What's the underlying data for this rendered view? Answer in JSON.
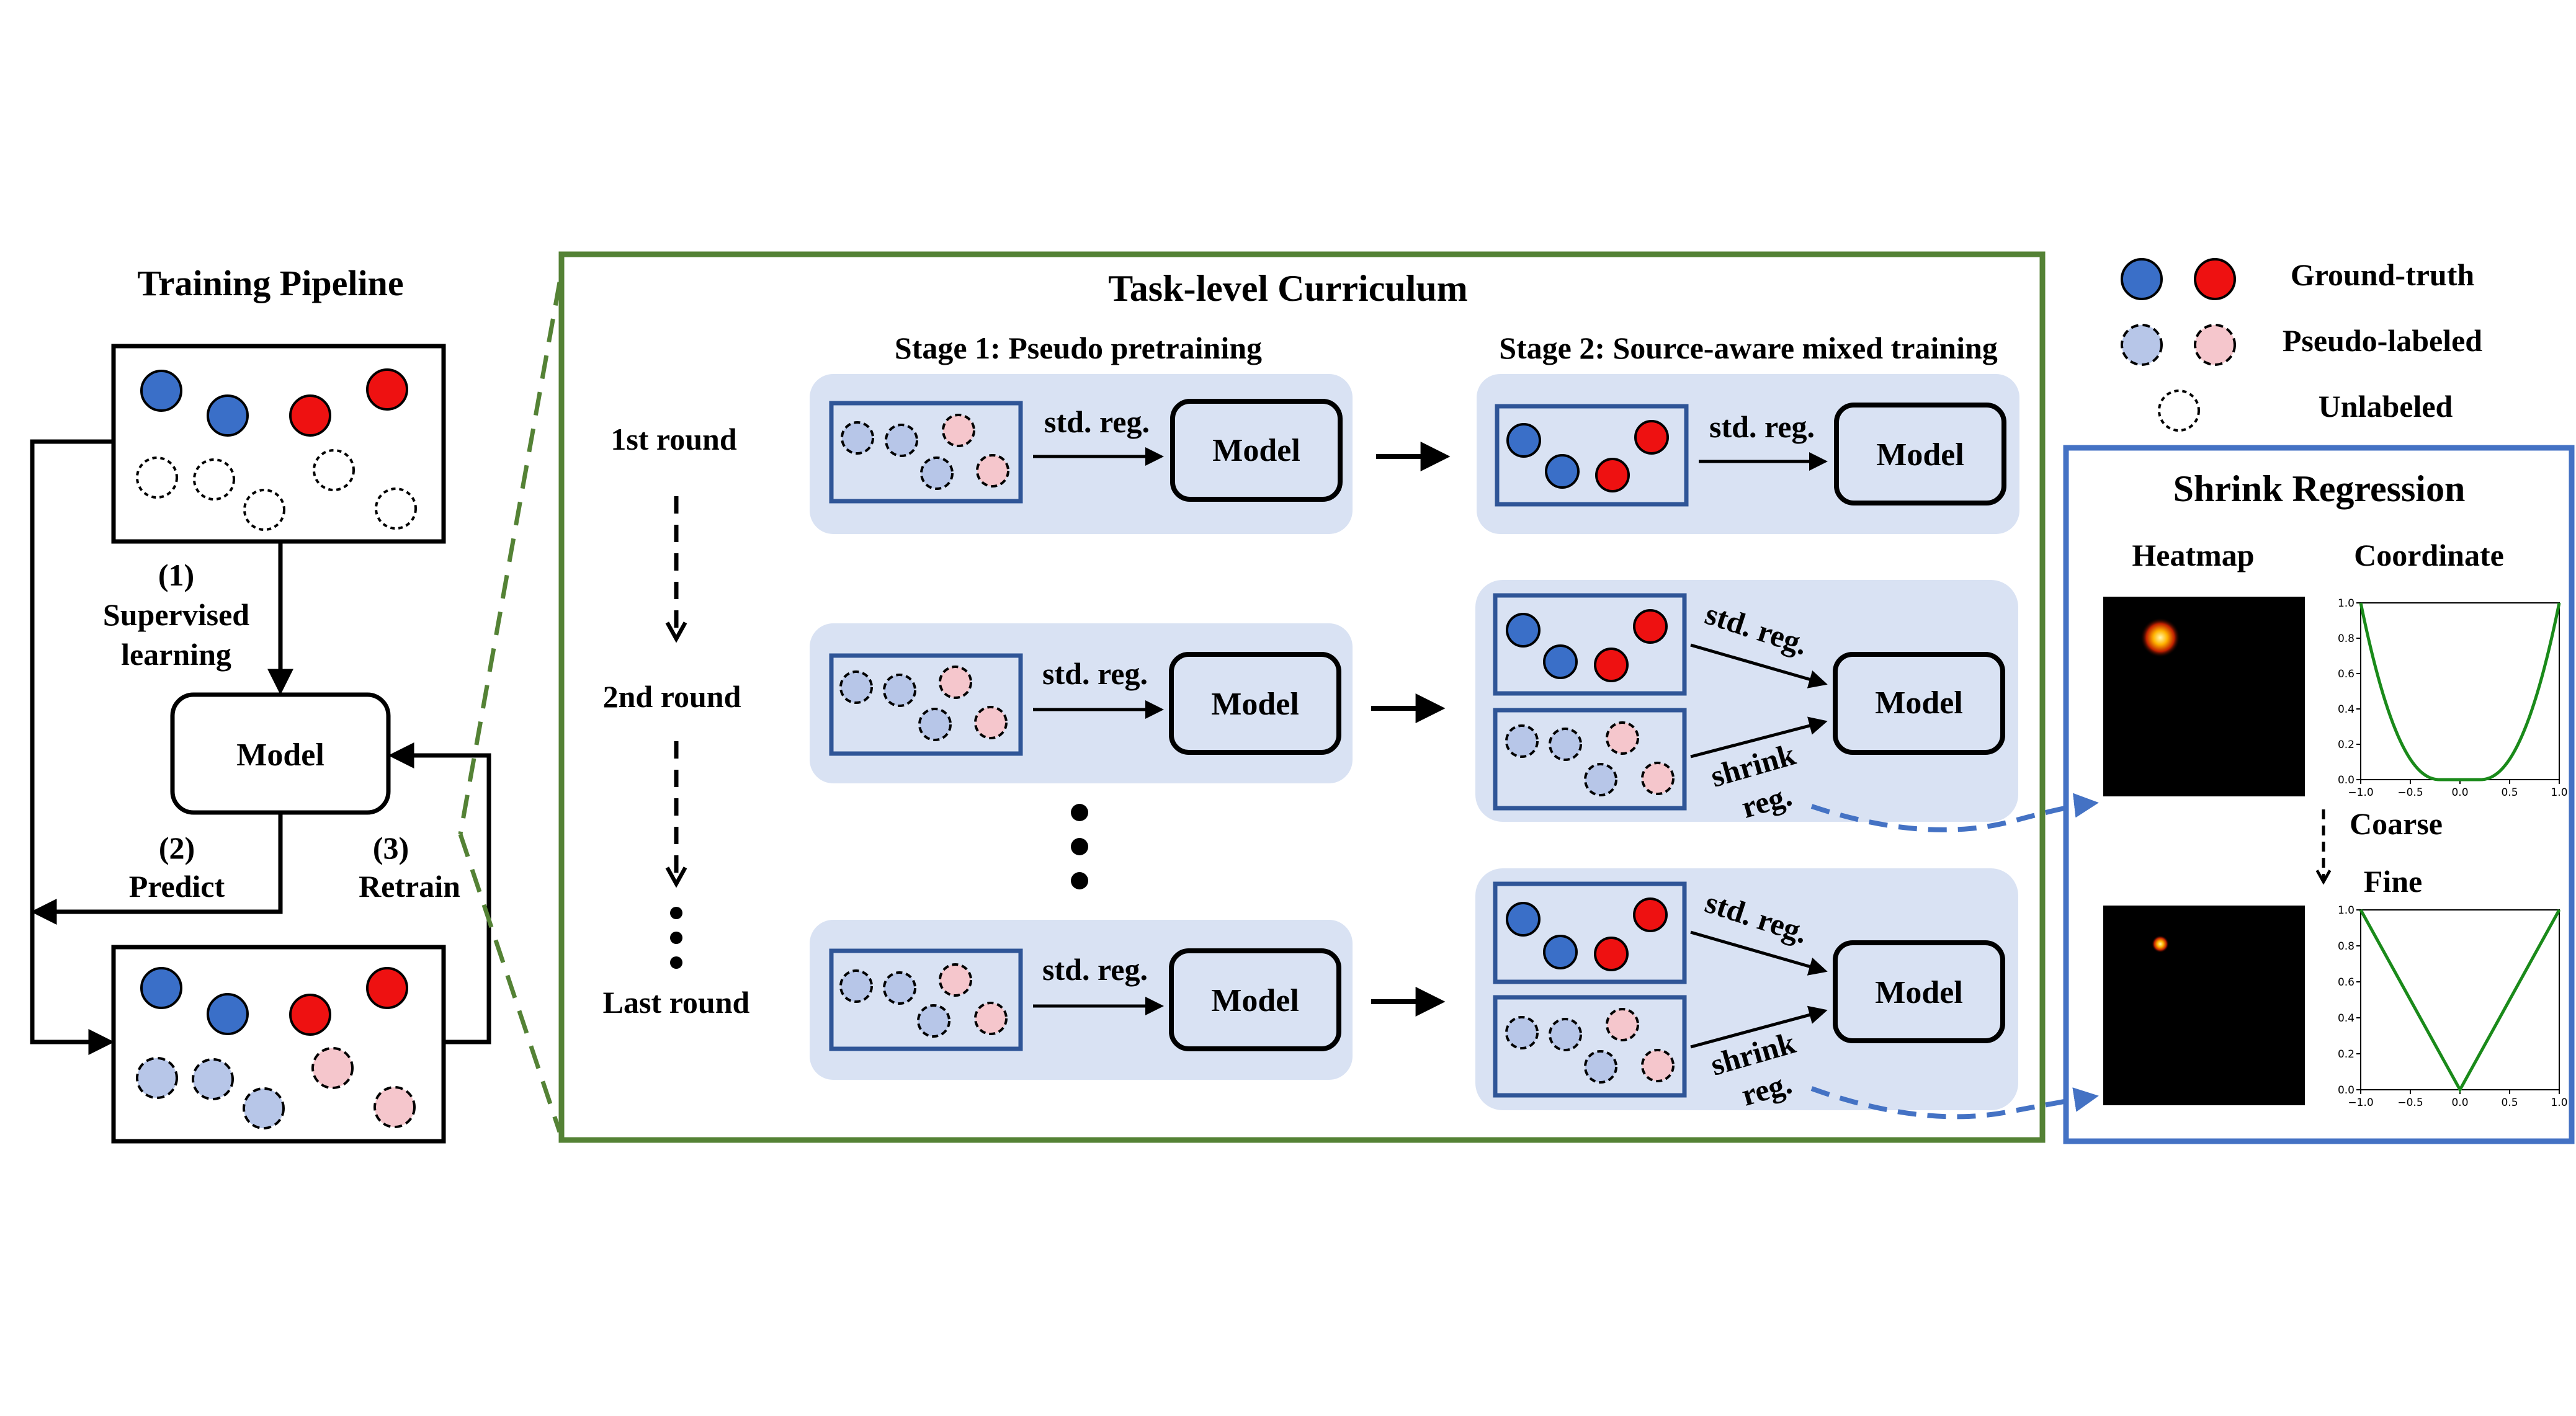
{
  "pipeline": {
    "title": "Training Pipeline",
    "step1_num": "(1)",
    "step1_line1": "Supervised",
    "step1_line2": "learning",
    "model": "Model",
    "step2_num": "(2)",
    "step2_label": "Predict",
    "step3_num": "(3)",
    "step3_label": "Retrain"
  },
  "curriculum": {
    "title": "Task-level Curriculum",
    "stage1_header": "Stage 1: Pseudo pretraining",
    "stage2_header": "Stage 2: Source-aware mixed training",
    "rounds": [
      "1st round",
      "2nd round",
      "Last round"
    ],
    "std_reg": "std. reg.",
    "shrink": "shrink",
    "reg": "reg.",
    "model": "Model"
  },
  "legend": {
    "ground_truth": "Ground-truth",
    "pseudo_labeled": "Pseudo-labeled",
    "unlabeled": "Unlabeled"
  },
  "shrink_panel": {
    "title": "Shrink Regression",
    "heatmap": "Heatmap",
    "coordinate": "Coordinate",
    "coarse": "Coarse",
    "fine": "Fine"
  },
  "chart_data": [
    {
      "type": "line",
      "name": "coarse",
      "x_range": [
        -1.0,
        1.0
      ],
      "y_range": [
        0.0,
        1.0
      ],
      "x_ticks": [
        "−1.0",
        "−0.5",
        "0.0",
        "0.5",
        "1.0"
      ],
      "y_ticks": [
        "0.0",
        "0.2",
        "0.4",
        "0.6",
        "0.8",
        "1.0"
      ],
      "x": [
        -1.0,
        -0.75,
        -0.5,
        -0.25,
        0.0,
        0.25,
        0.5,
        0.75,
        1.0
      ],
      "y": [
        1.0,
        0.45,
        0.12,
        0.0,
        0.0,
        0.0,
        0.12,
        0.45,
        1.0
      ],
      "color": "#1a8a1a"
    },
    {
      "type": "line",
      "name": "fine",
      "x_range": [
        -1.0,
        1.0
      ],
      "y_range": [
        0.0,
        1.0
      ],
      "x_ticks": [
        "−1.0",
        "−0.5",
        "0.0",
        "0.5",
        "1.0"
      ],
      "y_ticks": [
        "0.0",
        "0.2",
        "0.4",
        "0.6",
        "0.8",
        "1.0"
      ],
      "x": [
        -1.0,
        -0.5,
        0.0,
        0.5,
        1.0
      ],
      "y": [
        1.0,
        0.5,
        0.0,
        0.5,
        1.0
      ],
      "color": "#1a8a1a"
    }
  ],
  "colors": {
    "ground_truth_blue": "#3a6fc8",
    "ground_truth_red": "#ee1111",
    "pseudo_blue": "#b7c6e8",
    "pseudo_red": "#f5c6cc",
    "curriculum_border": "#548235",
    "shrink_border": "#4472c4",
    "stage_bg": "#d9e2f3",
    "inner_box_border": "#2f5597",
    "arrow_dashed_blue": "#4472c4",
    "heatmap_bg": "#000000",
    "heatmap_spot": "#ffb300"
  }
}
